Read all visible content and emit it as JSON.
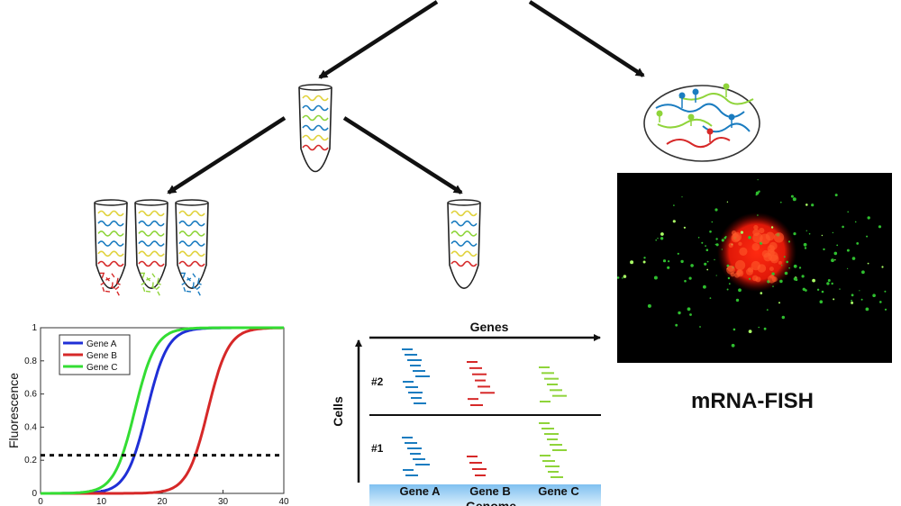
{
  "chart_data": {
    "type": "line",
    "title": "",
    "xlabel": "",
    "ylabel": "Fluorescence",
    "xlim": [
      0,
      40
    ],
    "ylim": [
      0,
      1
    ],
    "x_ticks": [
      "0",
      "10",
      "20",
      "30",
      "40"
    ],
    "y_ticks": [
      "0",
      "0.2",
      "0.4",
      "0.6",
      "0.8",
      "1"
    ],
    "legend_position": "top-left",
    "threshold": 0.23,
    "series": [
      {
        "name": "Gene A",
        "color": "#1f2fd6",
        "midpoint": 17.5,
        "x": [
          0,
          5,
          10,
          12,
          14,
          15,
          16,
          17,
          18,
          19,
          20,
          22,
          24,
          26,
          28,
          30,
          35,
          40
        ],
        "values": [
          0,
          0,
          0.01,
          0.04,
          0.12,
          0.2,
          0.32,
          0.45,
          0.58,
          0.7,
          0.8,
          0.92,
          0.97,
          0.99,
          1,
          1,
          1,
          1
        ]
      },
      {
        "name": "Gene B",
        "color": "#d62828",
        "midpoint": 27.5,
        "x": [
          0,
          10,
          20,
          22,
          24,
          25,
          26,
          27,
          28,
          29,
          30,
          32,
          34,
          36,
          38,
          40
        ],
        "values": [
          0,
          0,
          0.01,
          0.04,
          0.12,
          0.2,
          0.32,
          0.45,
          0.58,
          0.7,
          0.8,
          0.92,
          0.97,
          0.99,
          1,
          1
        ]
      },
      {
        "name": "Gene C",
        "color": "#33dd33",
        "midpoint": 15.5,
        "x": [
          0,
          5,
          8,
          10,
          12,
          13,
          14,
          15,
          16,
          17,
          18,
          20,
          22,
          24,
          26,
          30,
          40
        ],
        "values": [
          0,
          0,
          0.01,
          0.04,
          0.12,
          0.2,
          0.32,
          0.45,
          0.58,
          0.7,
          0.8,
          0.92,
          0.97,
          0.99,
          1,
          1,
          1
        ]
      }
    ]
  },
  "scrnaseq": {
    "x_axis_label": "Genes",
    "y_axis_label": "Cells",
    "cell_labels": [
      "#2",
      "#1"
    ],
    "gene_labels": [
      "Gene A",
      "Gene B",
      "Gene C"
    ],
    "genome_label": "Genome",
    "gene_colors": [
      "#1a7cc0",
      "#d62828",
      "#8fd43a"
    ]
  },
  "fish": {
    "title": "mRNA-FISH"
  },
  "colors": {
    "blue": "#1a7cc0",
    "green": "#8fd43a",
    "red": "#d62828",
    "yellow": "#e0d23a"
  }
}
